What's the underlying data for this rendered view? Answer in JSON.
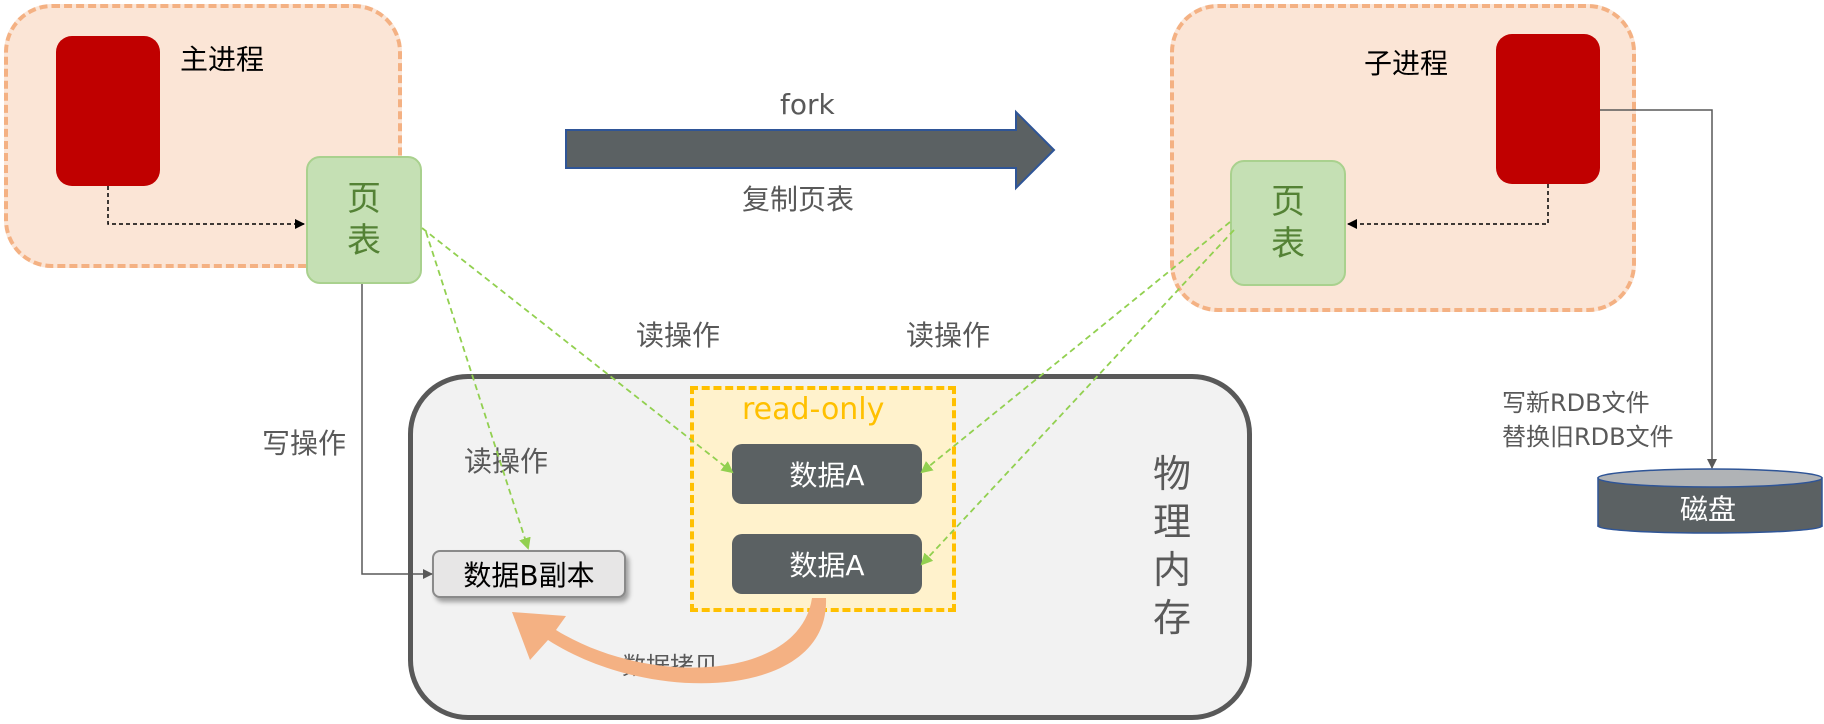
{
  "main_process": {
    "title": "主进程",
    "page_table": "页表"
  },
  "child_process": {
    "title": "子进程",
    "page_table": "页表"
  },
  "fork": {
    "label": "fork",
    "sublabel": "复制页表"
  },
  "edges": {
    "read_op_1": "读操作",
    "read_op_2": "读操作",
    "read_op_3": "读操作",
    "write_op": "写操作",
    "data_copy": "数据拷贝",
    "write_rdb_line1": "写新RDB文件",
    "write_rdb_line2": "替换旧RDB文件"
  },
  "memory": {
    "title": "物理内存",
    "readonly_title": "read-only",
    "data_a_1": "数据A",
    "data_a_2": "数据A",
    "data_b_copy": "数据B副本"
  },
  "disk": {
    "label": "磁盘"
  },
  "colors": {
    "process_fill": "#fbe5d6",
    "process_border": "#f4b183",
    "red_block": "#c00000",
    "page_table_fill": "#c5e0b4",
    "page_table_text": "#548235",
    "data_block": "#5b6163",
    "readonly_border": "#ffc000",
    "read_arrow": "#92d050",
    "fork_arrow": "#5b6163"
  }
}
